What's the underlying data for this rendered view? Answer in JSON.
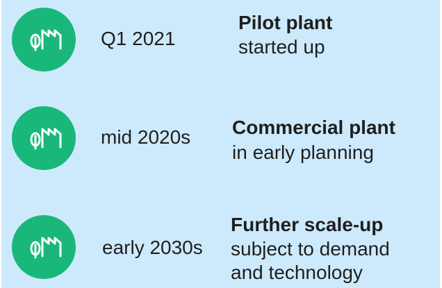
{
  "milestones": [
    {
      "icon": "plant-leaf-icon",
      "date": "Q1 2021",
      "title": "Pilot plant",
      "description": [
        "started up"
      ]
    },
    {
      "icon": "plant-leaf-icon",
      "date": "mid 2020s",
      "title": "Commercial plant",
      "description": [
        "in early planning"
      ]
    },
    {
      "icon": "plant-leaf-icon",
      "date": "early 2030s",
      "title": "Further scale-up",
      "description": [
        "subject to demand",
        "and technology"
      ]
    }
  ],
  "colors": {
    "background": "#cdeafc",
    "icon_circle": "#19b87a",
    "icon_stroke": "#ffffff",
    "text": "#1f1f1f"
  }
}
